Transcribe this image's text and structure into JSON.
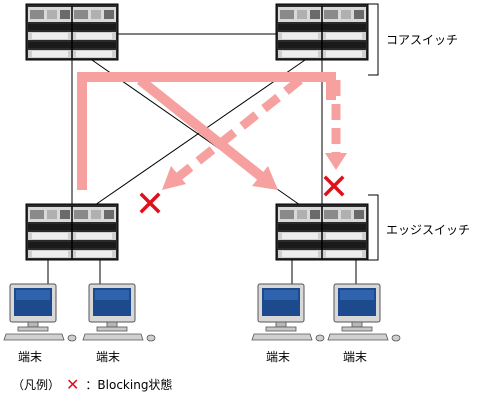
{
  "groups": {
    "core_label": "コアスイッチ",
    "edge_label": "エッジスイッチ"
  },
  "terminals": [
    "端末",
    "端末",
    "端末",
    "端末"
  ],
  "legend": {
    "prefix": "（凡例）",
    "text": "：Blocking状態"
  },
  "colors": {
    "arrow": "#f7a0a0",
    "blocked_mark": "#e0101a",
    "line": "#000000"
  },
  "icons": {
    "switch": "network-switch-icon",
    "terminal": "desktop-computer-icon",
    "blocked": "cross-mark-icon"
  }
}
